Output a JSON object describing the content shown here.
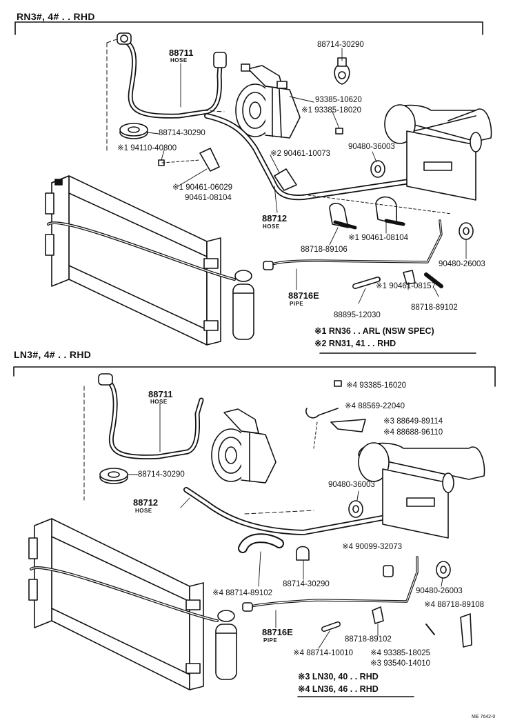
{
  "top": {
    "header": "RN3#, 4# . . RHD",
    "labels": {
      "hose_88711": "88711",
      "hose_word": "HOSE",
      "p_8871430290_a": "88714-30290",
      "p_9338510620": "93385-10620",
      "p_9338518020": "※1 93385-18020",
      "p_8871430290_b": "88714-30290",
      "p_9411040800": "※1 94110-40800",
      "p_9046110073": "※2 90461-10073",
      "p_9048036003": "90480-36003",
      "p_9046106029": "※1 90461-06029",
      "p_9046108104_a": "90461-08104",
      "hose_88712": "88712",
      "hose_word2": "HOSE",
      "p_8871889106": "88718-89106",
      "p_9046108104_b": "※1   90461-08104",
      "p_9048026003": "90480-26003",
      "pipe_88716e": "88716E",
      "pipe_word": "PIPE",
      "p_9046108157": "※1 90461-08157",
      "p_8871889102": "88718-89102",
      "p_8889512030": "88895-12030"
    },
    "notes": [
      "※1 RN36 . . ARL (NSW SPEC)",
      "※2 RN31, 41 . . RHD"
    ]
  },
  "bottom": {
    "header": "LN3#, 4# . . RHD",
    "labels": {
      "hose_88711": "88711",
      "hose_word": "HOSE",
      "p_9338516020": "※4 93385-16020",
      "p_8856922040": "※4 88569-22040",
      "p_8864989114": "※3 88649-89114",
      "p_8868896110": "※4 88688-96110",
      "p_8871430290_a": "88714-30290",
      "p_9048036003": "90480-36003",
      "hose_88712": "88712",
      "hose_word2": "HOSE",
      "p_9009932073": "※4 90099-32073",
      "p_8871430290_b": "88714-30290",
      "p_8871489102": "※4 88714-89102",
      "p_9048026003": "90480-26003",
      "p_8871889108": "※4 88718-89108",
      "pipe_88716e": "88716E",
      "pipe_word": "PIPE",
      "p_8871889102": "88718-89102",
      "p_8871410010": "※4 88714-10010",
      "p_9338518025": "※4 93385-18025",
      "p_9354014010": "※3 93540-14010"
    },
    "notes": [
      "※3 LN30, 40 . . RHD",
      "※4 LN36, 46 . . RHD"
    ]
  },
  "footer_code": "ME 7642-0"
}
